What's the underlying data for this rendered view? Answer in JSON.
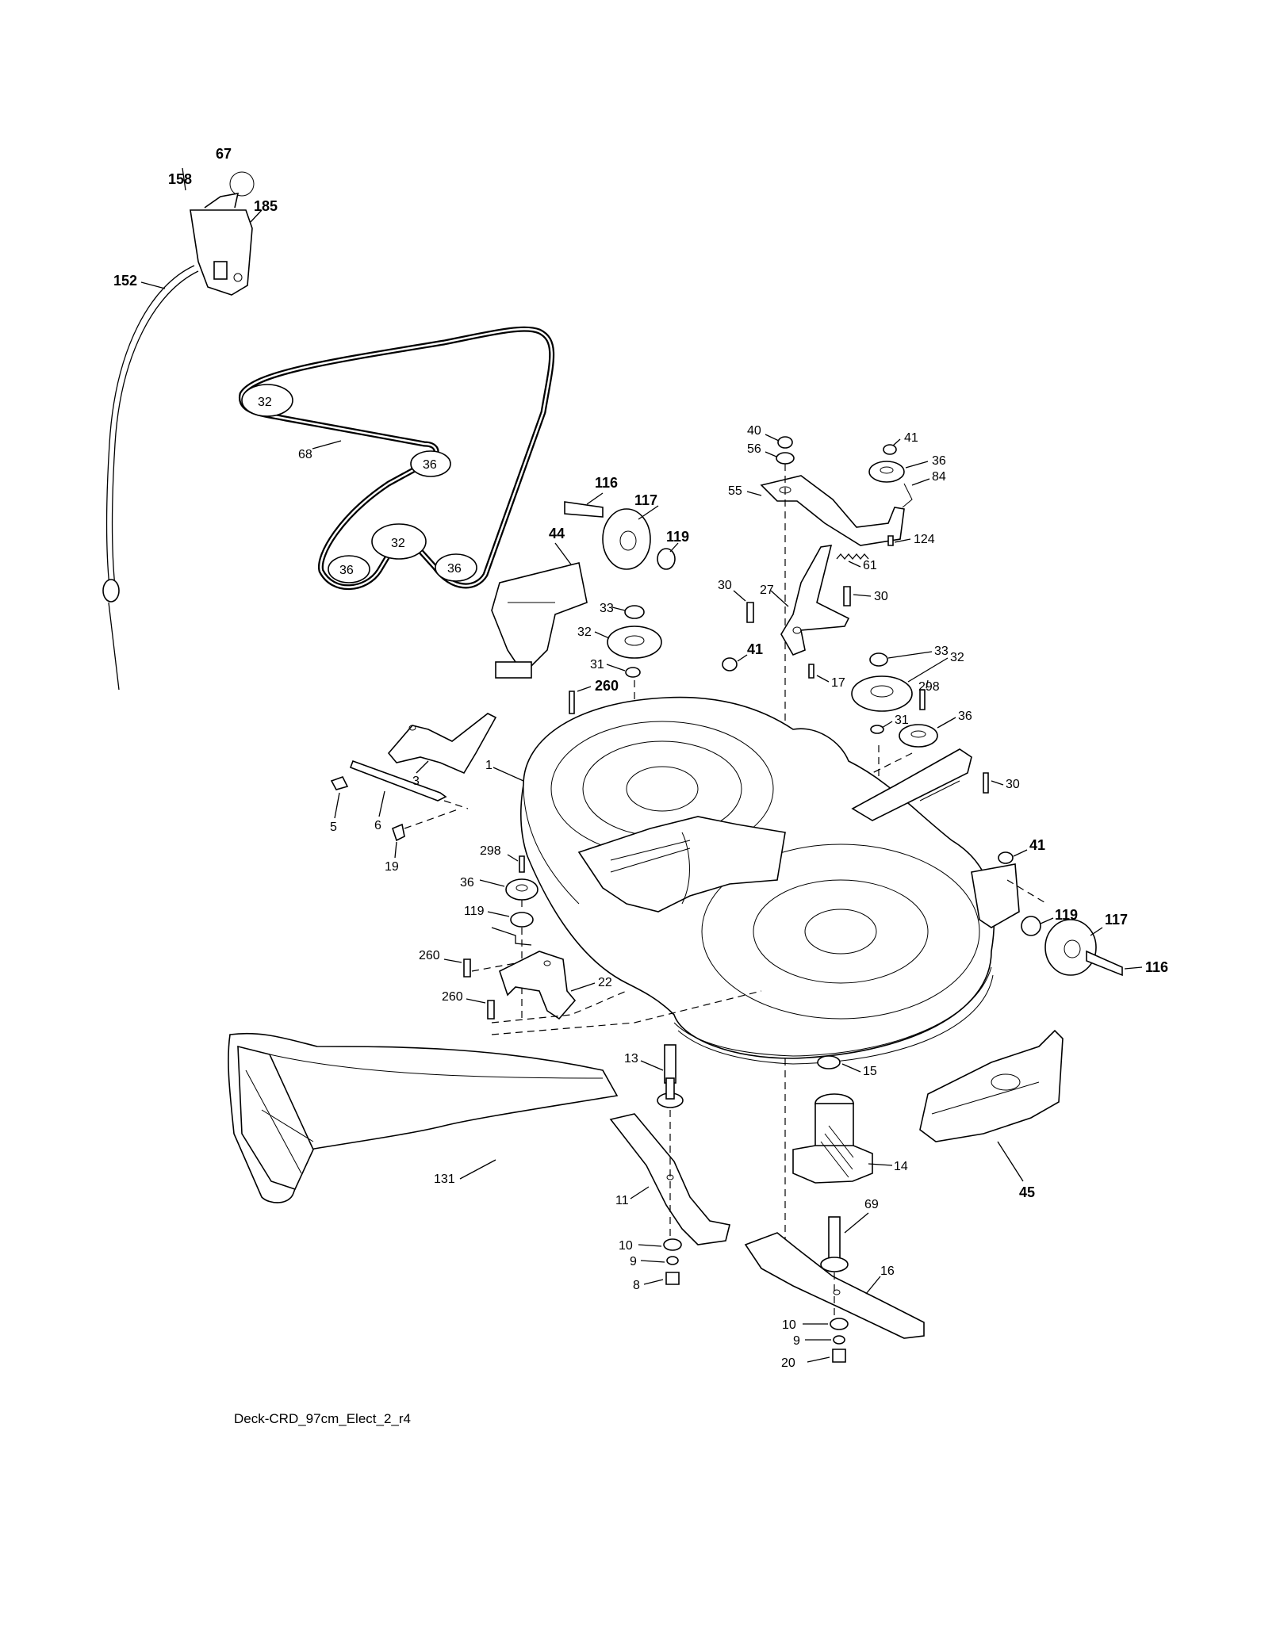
{
  "diagram_id": "Deck-CRD_97cm_Elect_2_r4",
  "labels": {
    "l67": "67",
    "l158": "158",
    "l185": "185",
    "l152": "152",
    "l68": "68",
    "p32a": "32",
    "p36a": "36",
    "p32b": "32",
    "p36b": "36",
    "p36c": "36",
    "l116a": "116",
    "l117a": "117",
    "l119a": "119",
    "l44": "44",
    "l33a": "33",
    "l32a": "32",
    "l31a": "31",
    "l260a": "260",
    "l41a": "41",
    "l40": "40",
    "l56": "56",
    "l55": "55",
    "l41b": "41",
    "l36a": "36",
    "l84": "84",
    "l124": "124",
    "l61": "61",
    "l30a": "30",
    "l27": "27",
    "l30b": "30",
    "l17": "17",
    "l33b": "33",
    "l32b": "32",
    "l298a": "298",
    "l31b": "31",
    "l36b": "36",
    "l30c": "30",
    "l3": "3",
    "l1": "1",
    "l5": "5",
    "l6": "6",
    "l19": "19",
    "l41c": "41",
    "l298b": "298",
    "l36c": "36",
    "l119b": "119",
    "l119c": "119",
    "l117b": "117",
    "l116b": "116",
    "l260b": "260",
    "l22": "22",
    "l260c": "260",
    "l13": "13",
    "l15": "15",
    "l131": "131",
    "l14": "14",
    "l45": "45",
    "l11": "11",
    "l69": "69",
    "l10a": "10",
    "l9a": "9",
    "l8": "8",
    "l16": "16",
    "l10b": "10",
    "l9b": "9",
    "l20": "20"
  }
}
